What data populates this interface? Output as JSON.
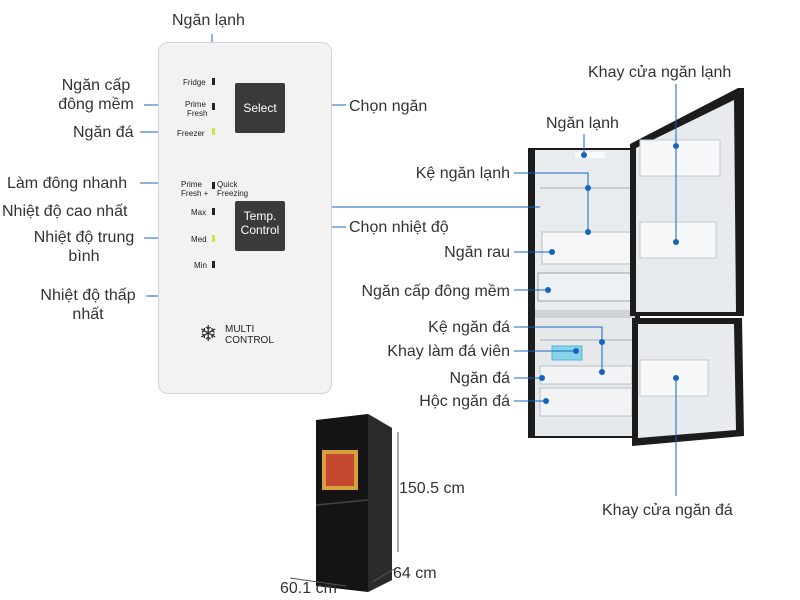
{
  "colors": {
    "leader": "#1565c0",
    "dot": "#1565c0",
    "fridge_body": "#1c1c1c",
    "panel_bg": "#f2f2f2"
  },
  "panel": {
    "fridge": "Fridge",
    "prime_fresh_1": "Prime",
    "prime_fresh_2": "Fresh",
    "freezer": "Freezer",
    "select": "Select",
    "prime_fresh_plus_1": "Prime",
    "prime_fresh_plus_2": "Fresh +",
    "quick_freezing_1": "Quick",
    "quick_freezing_2": "Freezing",
    "max": "Max",
    "med": "Med",
    "min": "Min",
    "temp_control_1": "Temp.",
    "temp_control_2": "Control",
    "multi_control_1": "MULTI",
    "multi_control_2": "CONTROL"
  },
  "labels": {
    "ngan_lanh_top": "Ngăn lạnh",
    "ngan_cap_dong_mem_1": "Ngăn cấp",
    "ngan_cap_dong_mem_2": "đông mềm",
    "ngan_da_left": "Ngăn đá",
    "lam_dong_nhanh": "Làm đông nhanh",
    "nhiet_do_cao_nhat": "Nhiệt độ cao nhất",
    "nhiet_do_trung_binh_1": "Nhiệt độ trung",
    "nhiet_do_trung_binh_2": "bình",
    "nhiet_do_thap_nhat_1": "Nhiệt độ thấp",
    "nhiet_do_thap_nhat_2": "nhất",
    "chon_ngan": "Chọn ngăn",
    "chon_nhiet_do": "Chọn nhiệt độ",
    "khay_cua_ngan_lanh": "Khay cửa ngăn lạnh",
    "ngan_lanh_right": "Ngăn lạnh",
    "ke_ngan_lanh": "Kệ ngăn lạnh",
    "ngan_rau": "Ngăn rau",
    "ngan_cap_dong_mem_right": "Ngăn cấp đông mềm",
    "ke_ngan_da": "Kệ ngăn đá",
    "khay_lam_da_vien": "Khay làm đá viên",
    "ngan_da_right": "Ngăn đá",
    "hoc_ngan_da": "Hộc ngăn đá",
    "khay_cua_ngan_da": "Khay cửa ngăn đá"
  },
  "dimensions": {
    "height": "150.5 cm",
    "depth": "64 cm",
    "width": "60.1 cm"
  }
}
